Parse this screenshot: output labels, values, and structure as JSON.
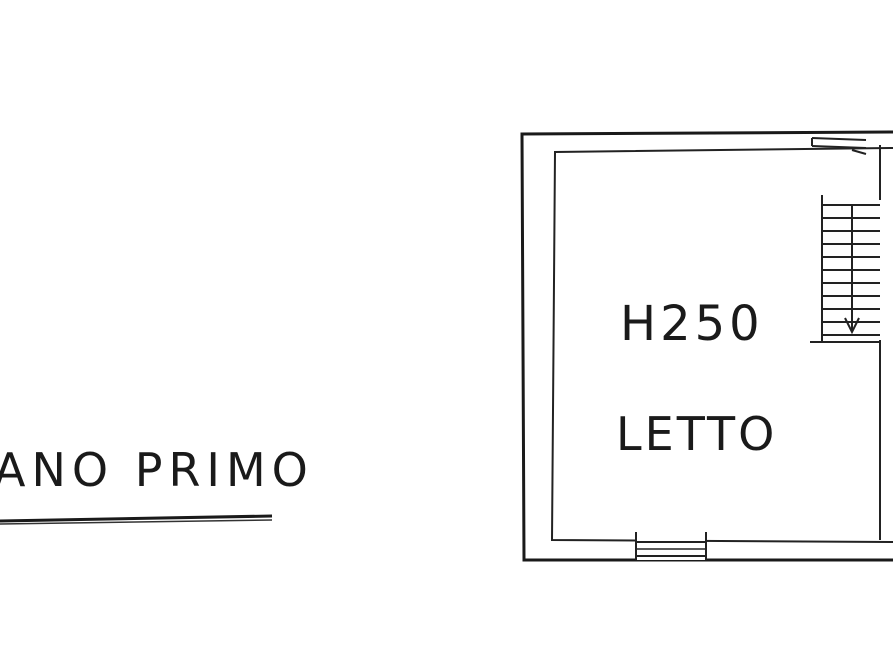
{
  "plan": {
    "floor_label": "ANO PRIMO",
    "room": {
      "height_label": "H250",
      "name": "LETTO"
    },
    "stair_icon": "stair-arrow-down-icon",
    "colors": {
      "ink": "#1a1a1a",
      "paper": "#ffffff"
    }
  }
}
